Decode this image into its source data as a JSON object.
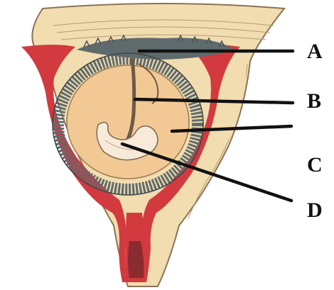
{
  "figure": {
    "labels": [
      {
        "key": "a",
        "text": "A"
      },
      {
        "key": "b",
        "text": "B"
      },
      {
        "key": "c",
        "text": "C"
      },
      {
        "key": "d",
        "text": "D"
      }
    ]
  },
  "colors": {
    "uterine_wall": "#f1ddb0",
    "wall_striation": "#b79a73",
    "decidua_red": "#d23a3f",
    "chorion_villi": "#5f6a6c",
    "amniotic_sac": "#f2c894",
    "embryo": "#f7ead8",
    "pointer_line": "#111111"
  }
}
